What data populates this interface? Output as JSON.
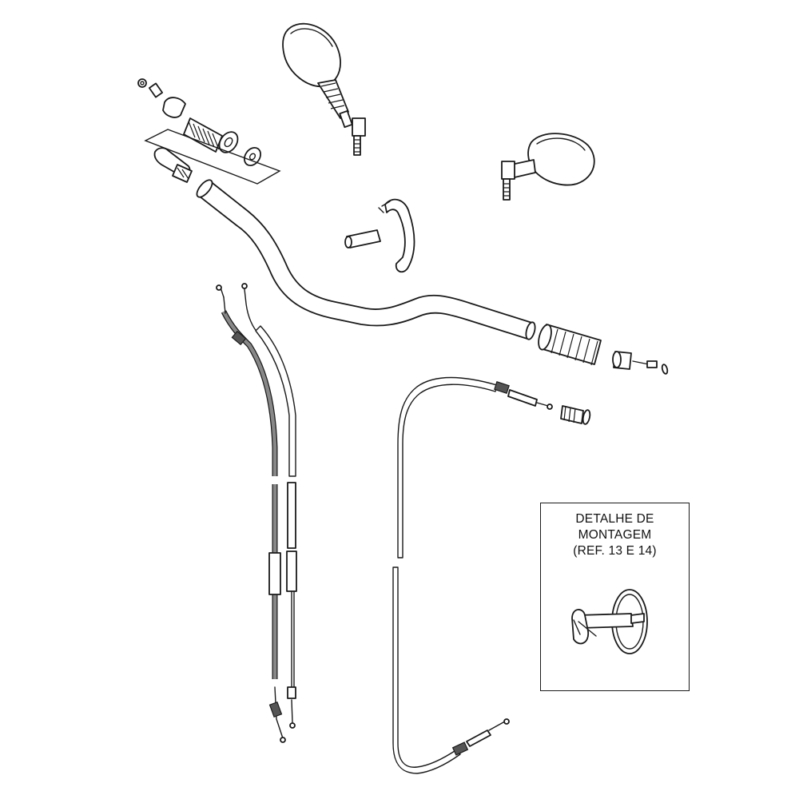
{
  "detail_box": {
    "lines": [
      "DETALHE DE",
      "MONTAGEM",
      "(REF. 13 E 14)"
    ]
  }
}
